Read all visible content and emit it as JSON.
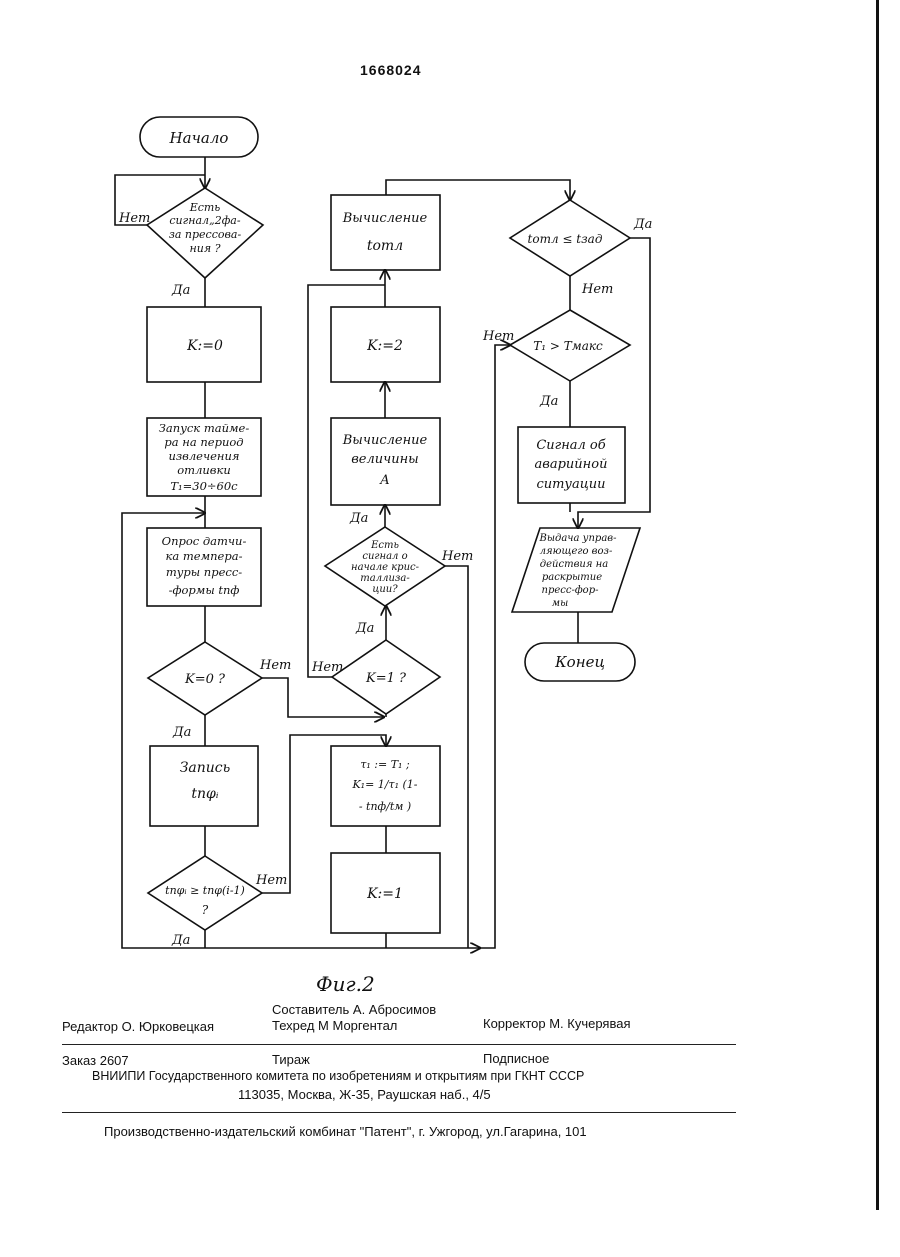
{
  "doc": {
    "patent_number": "1668024",
    "figure_label": "Фиг.2"
  },
  "flow": {
    "start": "Начало",
    "d_signal": [
      "Есть",
      "сигнал„2фа-",
      "за прессова-",
      "ния ?"
    ],
    "k0": "K:=0",
    "timer": [
      "Запуск тайме-",
      "ра на период",
      "извлечения",
      "отливки",
      "T₁=30÷60с"
    ],
    "poll": [
      "Опрос датчи-",
      "ка темпера-",
      "туры пресс-",
      "-формы tпф"
    ],
    "d_k0": "K=0 ?",
    "write": [
      "Запись",
      "tпφᵢ"
    ],
    "d_cmp": [
      "tпφᵢ ≥ tпφ(i-1)",
      "?"
    ],
    "tau": [
      "τ₁ := T₁ ;",
      "K₁= 1/τ₁ (1-",
      "- tпф/tм )"
    ],
    "k1": "K:=1",
    "d_k1": "K=1 ?",
    "d_cryst": [
      "Есть",
      "сигнал о",
      "начале крис-",
      "таллиза-",
      "ции?"
    ],
    "calc_a": [
      "Вычисление",
      "величины",
      "A"
    ],
    "k2": "K:=2",
    "calc_t": [
      "Вычисление",
      "tотл"
    ],
    "d_tzad": "tотл ≤ tзад",
    "d_tmax": "T₁ > Tмакс",
    "alarm": [
      "Сигнал об",
      "аварийной",
      "ситуации"
    ],
    "output": [
      "Выдача управ-",
      "ляющего воз-",
      "действия на",
      "раскрытие",
      "пресс-фор-",
      "мы"
    ],
    "end": "Конец",
    "yes": "Да",
    "no": "Нет"
  },
  "footer": {
    "compiler": "Составитель  А. Абросимов",
    "editor": "Редактор  О. Юрковецкая",
    "techred": "Техред М Моргентал",
    "corrector": "Корректор  М. Кучерявая",
    "order": "Заказ  2607",
    "tirazh": "Тираж",
    "podpisnoe": "Подписное",
    "vniipi": "ВНИИПИ Государственного комитета по изобретениям и открытиям при ГКНТ СССР",
    "address": "113035, Москва, Ж-35, Раушская наб., 4/5",
    "plant": "Производственно-издательский комбинат \"Патент\", г. Ужгород, ул.Гагарина, 101"
  }
}
